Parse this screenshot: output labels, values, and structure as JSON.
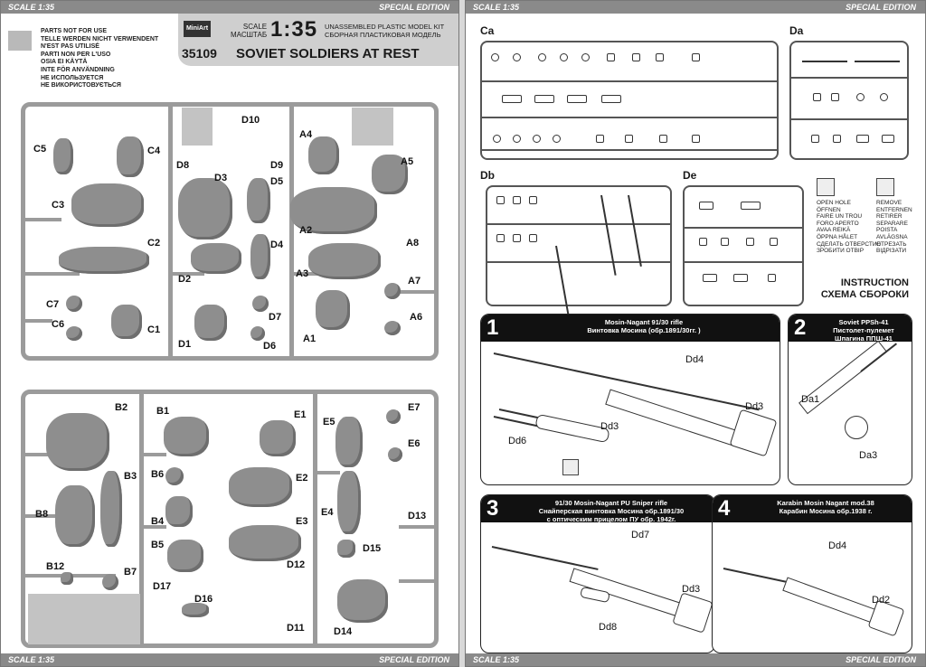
{
  "header": {
    "scale_text": "SCALE 1:35",
    "special_edition": "SPECIAL EDITION",
    "not_for_use": [
      "PARTS NOT FOR USE",
      "TELLE WERDEN NICHT VERWENDENT",
      "N'EST PAS UTILISÉ",
      "PARTI NON PER L'USO",
      "OSIA EI KÄYTÄ",
      "INTE FÖR ANVÄNDNING",
      "НЕ ИСПОЛЬЗУЕТСЯ",
      "НЕ ВИКОРИСТОВУЄТЬСЯ"
    ],
    "brand": "MiniArt",
    "kit_number": "35109",
    "scale_label_en": "SCALE",
    "scale_label_ru": "МАСШТАБ",
    "scale_value": "1:35",
    "unassembled_en": "UNASSEMBLED PLASTIC MODEL KIT",
    "unassembled_ru": "СБОРНАЯ ПЛАСТИКОВАЯ МОДЕЛЬ",
    "kit_name": "SOVIET SOLDIERS AT REST"
  },
  "sprue_top_labels": [
    "C5",
    "C4",
    "C3",
    "C2",
    "C7",
    "C6",
    "C1",
    "D10",
    "D8",
    "D3",
    "D9",
    "D5",
    "D4",
    "D2",
    "D7",
    "D1",
    "D6",
    "A4",
    "A5",
    "A2",
    "A8",
    "A3",
    "A7",
    "A1",
    "A6"
  ],
  "sprue_bottom_labels": [
    "B2",
    "B3",
    "B8",
    "B12",
    "B7",
    "B1",
    "B6",
    "B4",
    "B5",
    "D17",
    "D16",
    "E1",
    "E5",
    "E7",
    "E6",
    "E2",
    "E3",
    "E4",
    "D15",
    "D12",
    "D13",
    "D11",
    "D14"
  ],
  "right": {
    "sprue_titles": [
      "Ca",
      "Da",
      "Db",
      "De"
    ],
    "legend_left": [
      "OPEN HOLE",
      "ÖFFNEN",
      "FAIRE UN TROU",
      "FORO APERTO",
      "AVAA REIKÄ",
      "ÖPPNA HÅLET",
      "СДЕЛАТЬ ОТВЕРСТИЕ",
      "ЗРОБИТИ ОТВІР"
    ],
    "legend_right": [
      "REMOVE",
      "ENTFERNEN",
      "RETIRER",
      "SEPARARE",
      "POISTA",
      "AVLÄGSNA",
      "ОТРЕЗАТЬ",
      "ВІДРІЗАТИ"
    ],
    "instruction_en": "INSTRUCTION",
    "instruction_ru": "СХЕМА СБОРОКИ",
    "steps": [
      {
        "num": "1",
        "cap1": "Mosin-Nagant 91/30 rifle",
        "cap2": "Винтовка Мосина (обр.1891/30гг. )",
        "labels": [
          "Dd4",
          "Dd3",
          "Dd6",
          "Dd3"
        ]
      },
      {
        "num": "2",
        "cap1": "Soviet PPSh-41",
        "cap2": "Пистолет-пулемет",
        "cap3": "Шпагина ППШ-41",
        "labels": [
          "Da1",
          "Da3"
        ]
      },
      {
        "num": "3",
        "cap1": "91/30 Mosin-Nagant PU Sniper rifle",
        "cap2": "Снайперская винтовка Мосина обр.1891/30",
        "cap3": "с оптическим прицелом ПУ обр. 1942г.",
        "labels": [
          "Dd7",
          "Dd3",
          "Dd8"
        ]
      },
      {
        "num": "4",
        "cap1": "Karabin Mosin Nagant mod.38",
        "cap2": "Карабин Мосина обр.1938 г.",
        "labels": [
          "Dd4",
          "Dd2"
        ]
      }
    ]
  }
}
